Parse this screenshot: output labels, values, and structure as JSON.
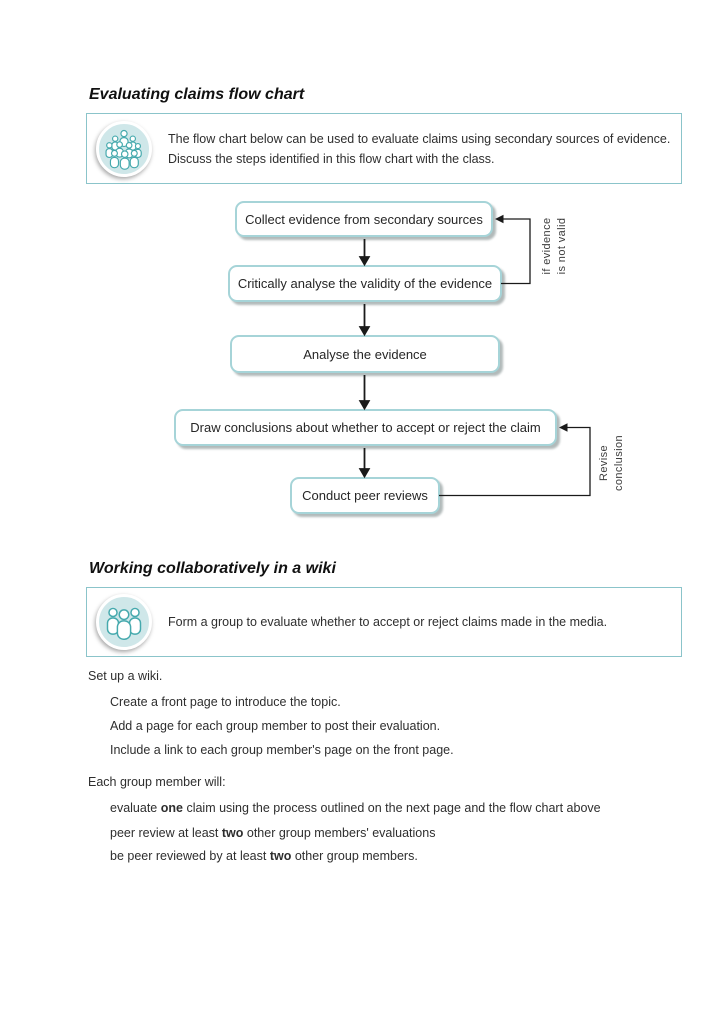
{
  "colors": {
    "info_box_border": "#8bc4ca",
    "flow_box_border": "#a6d4d8",
    "flow_box_shadow": "#b2baba",
    "icon_circle_fill": "#cfe7e9",
    "icon_people_stroke": "#45a9ad",
    "connector_line": "#1a1a1a",
    "body_text": "#2e2e2e"
  },
  "flowchart_section": {
    "title": "Evaluating claims flow chart",
    "intro_lines": [
      "The flow chart below can be used to evaluate claims using secondary sources of evidence.",
      "Discuss the steps identified in this flow chart with the class."
    ],
    "steps": [
      {
        "label": "Collect evidence from secondary sources"
      },
      {
        "label": "Critically analyse the validity of the evidence"
      },
      {
        "label": "Analyse the evidence"
      },
      {
        "label": "Draw conclusions about whether to accept or reject the claim"
      },
      {
        "label": "Conduct peer reviews"
      }
    ],
    "feedback_labels": [
      {
        "line1": "if evidence",
        "line2": "is not valid"
      },
      {
        "line1": "Revise",
        "line2": "conclusion"
      }
    ]
  },
  "wiki_section": {
    "title": "Working collaboratively in a wiki",
    "intro": "Form a group to evaluate whether to accept or reject claims made in the media.",
    "instructions": [
      {
        "pre": "Set up a wiki."
      },
      {
        "pre": "Create a front page to introduce the topic."
      },
      {
        "pre": "Add a page for each group member to post their evaluation."
      },
      {
        "pre": "Include a link to each group member's page on the front page."
      },
      {
        "pre": "Each group member will:"
      },
      {
        "pre": "evaluate ",
        "bold": "one",
        "post": " claim using the process outlined on the next page and the flow chart above"
      },
      {
        "pre": "peer review at least ",
        "bold": "two",
        "post": " other group members' evaluations"
      },
      {
        "pre": "be peer reviewed by at least ",
        "bold": "two",
        "post": " other group members."
      }
    ]
  }
}
